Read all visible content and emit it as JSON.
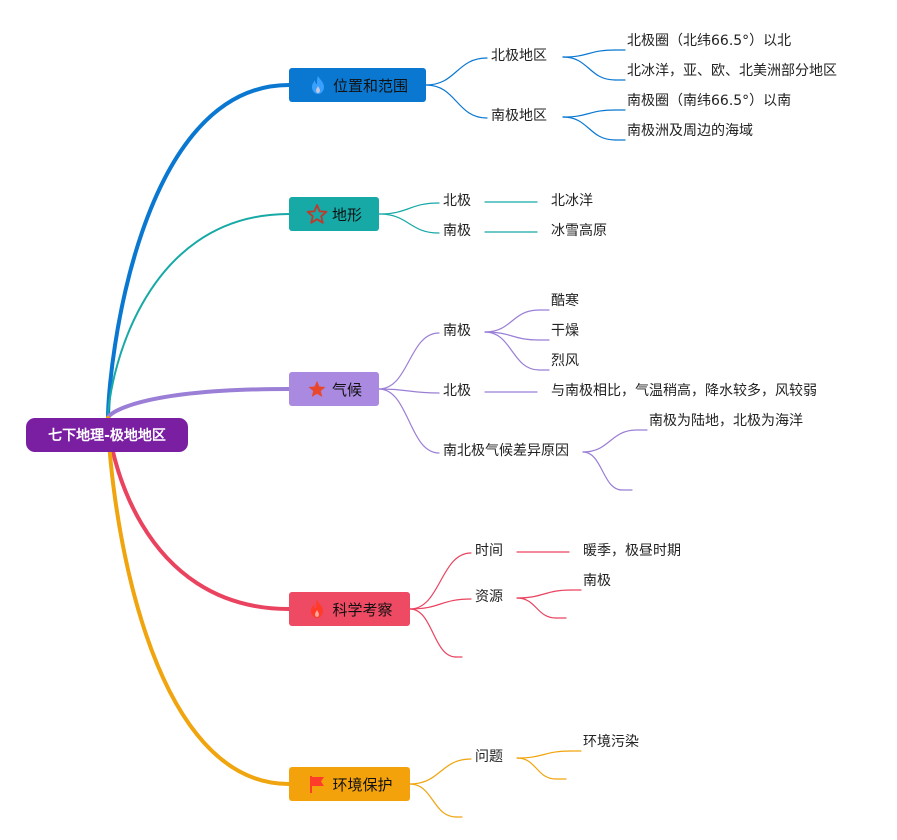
{
  "root": {
    "label": "七下地理-极地地区"
  },
  "branches": [
    {
      "id": "position",
      "label": "位置和范围",
      "color": "#0a78d1",
      "icon": "fire-icon",
      "children": [
        {
          "label": "北极地区",
          "children": [
            "北极圈（北纬66.5°）以北",
            "北冰洋，亚、欧、北美洲部分地区"
          ]
        },
        {
          "label": "南极地区",
          "children": [
            "南极圈（南纬66.5°）以南",
            "南极洲及周边的海域"
          ]
        }
      ]
    },
    {
      "id": "terrain",
      "label": "地形",
      "color": "#16a9a6",
      "icon": "star-outline-icon",
      "children": [
        {
          "label": "北极",
          "children": [
            "北冰洋"
          ]
        },
        {
          "label": "南极",
          "children": [
            "冰雪高原"
          ]
        }
      ]
    },
    {
      "id": "climate",
      "label": "气候",
      "color": "#9b7fd6",
      "icon": "star-icon",
      "children": [
        {
          "label": "南极",
          "children": [
            "酷寒",
            "干燥",
            "烈风"
          ]
        },
        {
          "label": "北极",
          "children": [
            "与南极相比，气温稍高，降水较多，风较弱"
          ]
        },
        {
          "label": "南北极气候差异原因",
          "children": [
            "南极为陆地，北极为海洋",
            ""
          ]
        }
      ]
    },
    {
      "id": "science",
      "label": "科学考察",
      "color": "#e9435f",
      "icon": "fire-icon",
      "children": [
        {
          "label": "时间",
          "children": [
            "暖季，极昼时期"
          ]
        },
        {
          "label": "资源",
          "children": [
            "南极",
            ""
          ]
        },
        {
          "label": "",
          "children": []
        }
      ]
    },
    {
      "id": "environment",
      "label": "环境保护",
      "color": "#f0a40e",
      "icon": "flag-icon",
      "children": [
        {
          "label": "问题",
          "children": [
            "环境污染",
            ""
          ]
        },
        {
          "label": "",
          "children": []
        }
      ]
    }
  ]
}
